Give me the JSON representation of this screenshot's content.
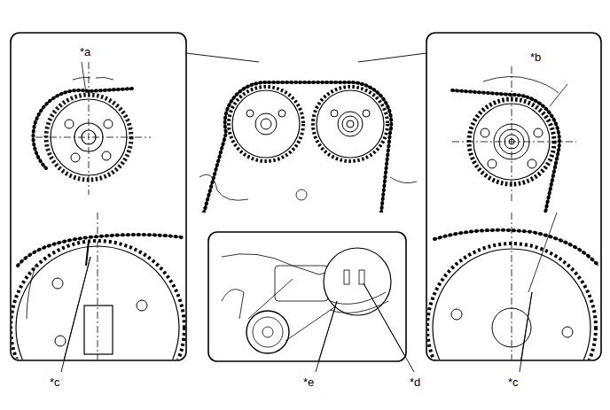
{
  "diagram": {
    "labels": [
      "*a",
      "*b",
      "*c",
      "*c",
      "*d",
      "*e"
    ]
  }
}
